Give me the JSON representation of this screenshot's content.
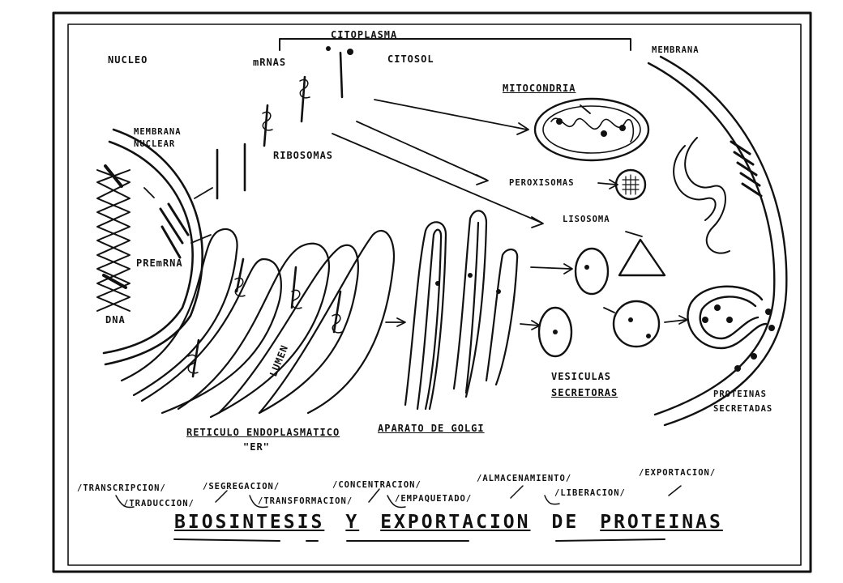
{
  "labels": {
    "nucleo": "NUCLEO",
    "citoplasma": "CITOPLASMA",
    "citosol": "CITOSOL",
    "mrnas": "mRNAS",
    "membrana": "MEMBRANA",
    "membrana_nuclear_1": "MEMBRANA",
    "membrana_nuclear_2": "NUCLEAR",
    "ribosomas": "RIBOSOMAS",
    "mitocondria": "MITOCONDRIA",
    "peroxisomas": "PEROXISOMAS",
    "lisosoma": "LISOSOMA",
    "premrna": "PREmRNA",
    "dna": "DNA",
    "lumen": "LUMEN",
    "vesiculas_1": "VESICULAS",
    "vesiculas_2": "SECRETORAS",
    "proteinas_1": "PROTEINAS",
    "proteinas_2": "SECRETADAS",
    "reticulo": "RETICULO ENDOPLASMATICO",
    "er": "\"ER\"",
    "golgi": "APARATO DE GOLGI"
  },
  "process_steps": {
    "transcripcion": "/TRANSCRIPCION/",
    "traduccion": "/TRADUCCION/",
    "segregacion": "/SEGREGACION/",
    "transformacion": "/TRANSFORMACION/",
    "concentracion": "/CONCENTRACION/",
    "empaquetado": "/EMPAQUETADO/",
    "almacenamiento": "/ALMACENAMIENTO/",
    "liberacion": "/LIBERACION/",
    "exportacion": "/EXPORTACION/"
  },
  "title_words": {
    "w1": "BIOSINTESIS",
    "w2": "Y",
    "w3": "EXPORTACION",
    "w4": "DE",
    "w5": "PROTEINAS"
  }
}
